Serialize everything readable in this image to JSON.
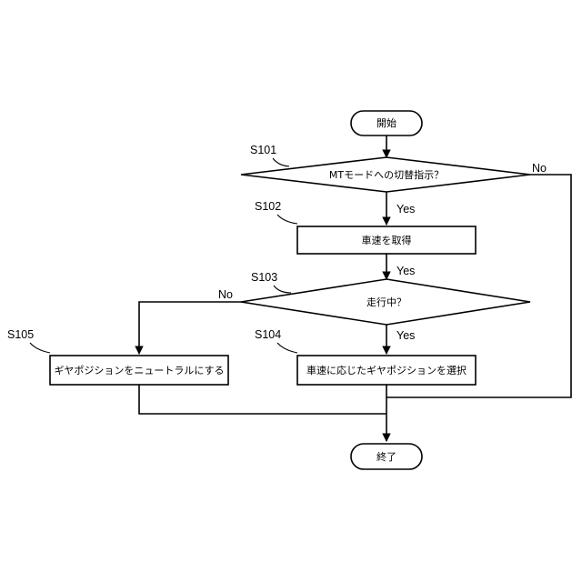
{
  "nodes": {
    "start": "開始",
    "mt_check": "MTモードへの切替指示？",
    "get_speed": "車速を取得",
    "moving_check": "走行中？",
    "select_gear": "車速に応じたギヤポジションを選択",
    "set_neutral": "ギヤポジションをニュートラルにする",
    "end": "終了"
  },
  "steps": {
    "s101": "S101",
    "s102": "S102",
    "s103": "S103",
    "s104": "S104",
    "s105": "S105"
  },
  "branches": {
    "mt_yes": "Yes",
    "mt_no": "No",
    "speed_yes": "Yes",
    "moving_yes": "Yes",
    "moving_no": "No"
  }
}
